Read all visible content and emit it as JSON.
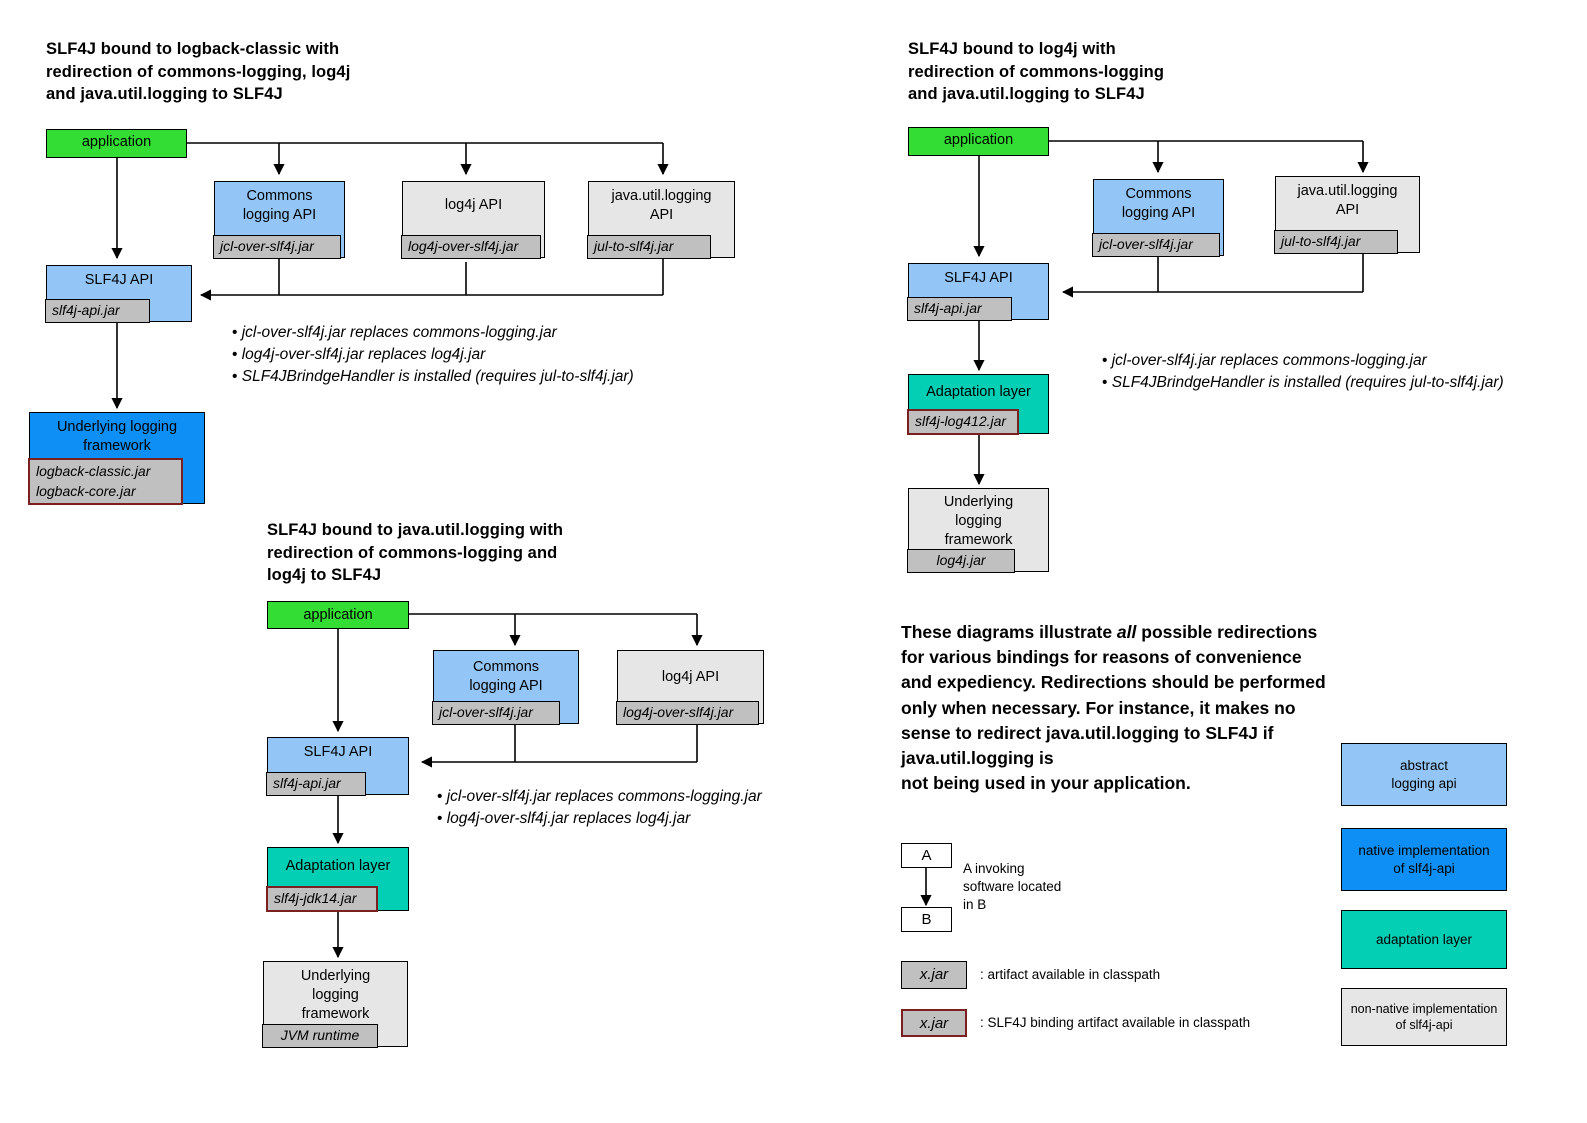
{
  "colors": {
    "application": "#33dd33",
    "abstract_logging_api": "#93c6f7",
    "native_impl": "#0d8ff5",
    "adaptation_layer": "#03cfb4",
    "non_native_impl": "#e6e6e6",
    "jar_chip": "#c0c0c0",
    "binding_border": "#7b2020",
    "line": "#000000"
  },
  "diagram1": {
    "title": "SLF4J bound to logback-classic with\nredirection of commons-logging, log4j\nand java.util.logging to SLF4J",
    "nodes": {
      "application": {
        "label": "application"
      },
      "commons": {
        "label": "Commons\nlogging API",
        "jar": "jcl-over-slf4j.jar"
      },
      "log4j_api": {
        "label": "log4j API",
        "jar": "log4j-over-slf4j.jar"
      },
      "jul_api": {
        "label": "java.util.logging\nAPI",
        "jar": "jul-to-slf4j.jar"
      },
      "slf4j_api": {
        "label": "SLF4J API",
        "jar": "slf4j-api.jar"
      },
      "underlying": {
        "label": "Underlying logging\nframework",
        "jar": "logback-classic.jar\nlogback-core.jar"
      }
    },
    "bullets": [
      "jcl-over-slf4j.jar replaces commons-logging.jar",
      "log4j-over-slf4j.jar replaces log4j.jar",
      "SLF4JBrindgeHandler is installed (requires jul-to-slf4j.jar)"
    ]
  },
  "diagram2": {
    "title": "SLF4J bound to log4j with\nredirection of commons-logging\nand java.util.logging to SLF4J",
    "nodes": {
      "application": {
        "label": "application"
      },
      "commons": {
        "label": "Commons\nlogging API",
        "jar": "jcl-over-slf4j.jar"
      },
      "jul_api": {
        "label": "java.util.logging\nAPI",
        "jar": "jul-to-slf4j.jar"
      },
      "slf4j_api": {
        "label": "SLF4J API",
        "jar": "slf4j-api.jar"
      },
      "adaptation": {
        "label": "Adaptation layer",
        "jar": "slf4j-log412.jar"
      },
      "underlying": {
        "label": "Underlying\nlogging\nframework",
        "jar": "log4j.jar"
      }
    },
    "bullets": [
      "jcl-over-slf4j.jar replaces commons-logging.jar",
      "SLF4JBrindgeHandler is installed (requires jul-to-slf4j.jar)"
    ]
  },
  "diagram3": {
    "title": "SLF4J bound to java.util.logging with\nredirection of commons-logging and\nlog4j to SLF4J",
    "nodes": {
      "application": {
        "label": "application"
      },
      "commons": {
        "label": "Commons\nlogging API",
        "jar": "jcl-over-slf4j.jar"
      },
      "log4j_api": {
        "label": "log4j API",
        "jar": "log4j-over-slf4j.jar"
      },
      "slf4j_api": {
        "label": "SLF4J API",
        "jar": "slf4j-api.jar"
      },
      "adaptation": {
        "label": "Adaptation layer",
        "jar": "slf4j-jdk14.jar"
      },
      "underlying": {
        "label": "Underlying\nlogging\nframework",
        "jar": "JVM runtime"
      }
    },
    "bullets": [
      "jcl-over-slf4j.jar replaces commons-logging.jar",
      "log4j-over-slf4j.jar replaces log4j.jar"
    ]
  },
  "note": {
    "line1": "These diagrams illustrate ",
    "emphasis": "all",
    "line2": " possible redirections for various bindings for reasons of convenience and expediency. Redirections should be performed only when necessary. For instance, it makes no sense to redirect java.util.logging to SLF4J if java.util.logging is",
    "line3": "not being used in your application."
  },
  "legend": {
    "arrow_example": {
      "box_a": "A",
      "box_b": "B",
      "caption": "A invoking\nsoftware located\nin B"
    },
    "artifact": {
      "chip": "x.jar",
      "caption": ": artifact available in classpath"
    },
    "binding_artifact": {
      "chip": "x.jar",
      "caption": ": SLF4J binding artifact available in classpath"
    },
    "swatches": [
      {
        "label": "abstract\nlogging api",
        "color": "#93c6f7"
      },
      {
        "label": "native implementation\nof slf4j-api",
        "color": "#0d8ff5"
      },
      {
        "label": "adaptation layer",
        "color": "#03cfb4"
      },
      {
        "label": "non-native implementation\nof slf4j-api",
        "color": "#e6e6e6"
      }
    ]
  }
}
